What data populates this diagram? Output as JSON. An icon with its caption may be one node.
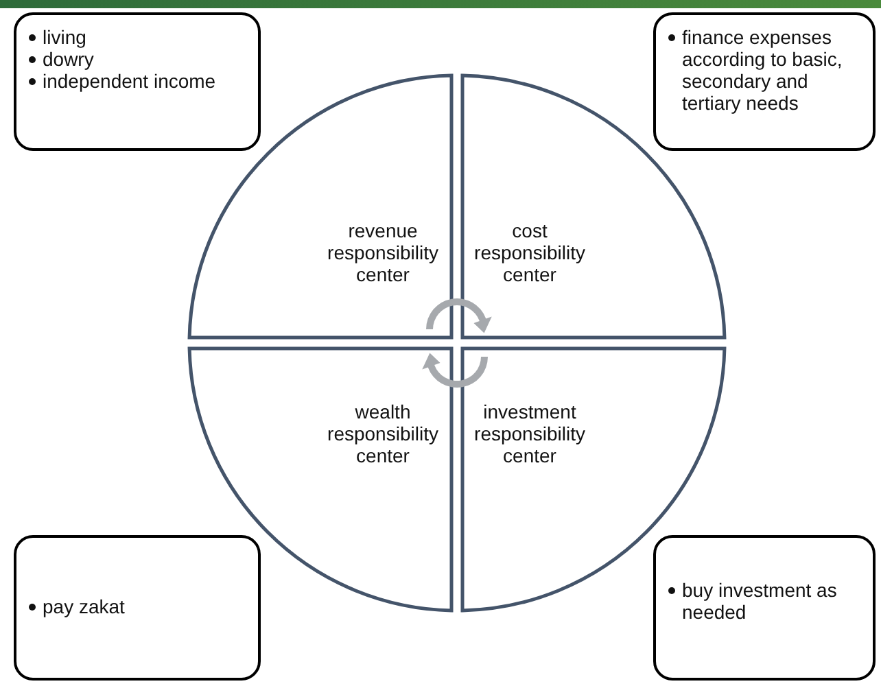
{
  "diagram": {
    "nodes": [
      {
        "text": [
          "living",
          "dowry",
          "independent income"
        ]
      },
      {
        "text": [
          "finance expenses according to basic, secondary and tertiary needs"
        ]
      },
      {
        "text": [
          "revenue responsibility center"
        ]
      },
      {
        "text": [
          "cost responsibility center"
        ]
      },
      {
        "text": [
          "wealth responsibility center"
        ]
      },
      {
        "text": [
          "investment responsibility center"
        ]
      },
      {
        "text": [
          "pay zakat"
        ]
      },
      {
        "text": [
          "buy investment as needed"
        ]
      }
    ]
  }
}
